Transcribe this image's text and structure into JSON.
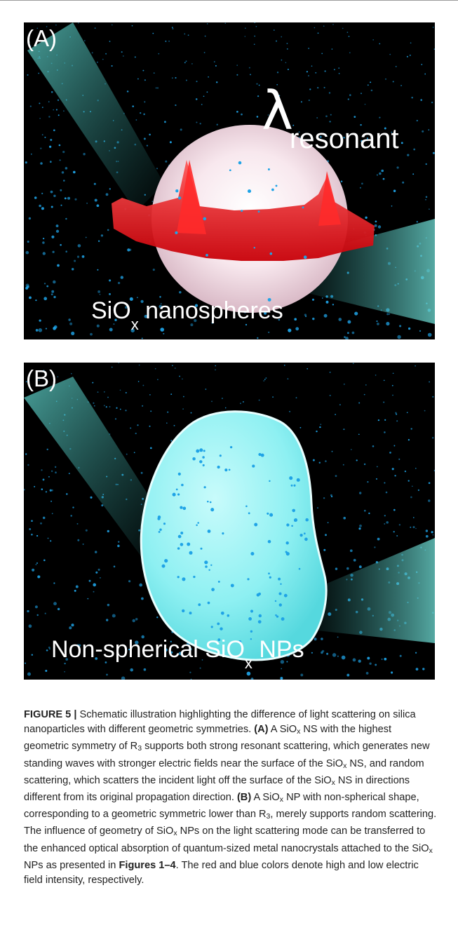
{
  "panel_a": {
    "label": "(A)",
    "lambda_symbol": "λ",
    "lambda_subscript": "resonant",
    "bottom_label_prefix": "SiO",
    "bottom_label_sub": "x",
    "bottom_label_suffix": " nanospheres"
  },
  "panel_b": {
    "label": "(B)",
    "bottom_label_prefix": "Non-spherical SiO",
    "bottom_label_sub": "x",
    "bottom_label_suffix": " NPs"
  },
  "caption": {
    "figure_label": "FIGURE 5 |",
    "t1": " Schematic illustration highlighting the difference of light scattering on silica nanoparticles with different geometric symmetries. ",
    "a_label": "(A)",
    "t2": " A SiO",
    "t3": " NS with the highest geometric symmetry of R",
    "t4": " supports both strong resonant scattering, which generates new standing waves with stronger electric fields near the surface of the SiO",
    "t5": " NS, and random scattering, which scatters the incident light off the surface of the SiO",
    "t6": " NS in directions different from its original propagation direction. ",
    "b_label": "(B)",
    "t7": " A SiO",
    "t8": " NP with non-spherical shape, corresponding to a geometric symmetric lower than R",
    "t9": ", merely supports random scattering. The influence of geometry of SiO",
    "t10": " NPs on the light scattering mode can be transferred to the enhanced optical absorption of quantum-sized metal nanocrystals attached to the SiO",
    "t11": " NPs as presented in ",
    "fig_ref": "Figures 1–4",
    "t12": ". The red and blue colors denote high and low electric field intensity, respectively.",
    "sub_x": "x",
    "sub_3": "3"
  },
  "colors": {
    "dots": "#1fa3e6",
    "beam": "#3fb8b4",
    "ring_red": "#e8000a",
    "sphere_white": "#ffffff",
    "blob_cyan": "#7ef2f4"
  }
}
